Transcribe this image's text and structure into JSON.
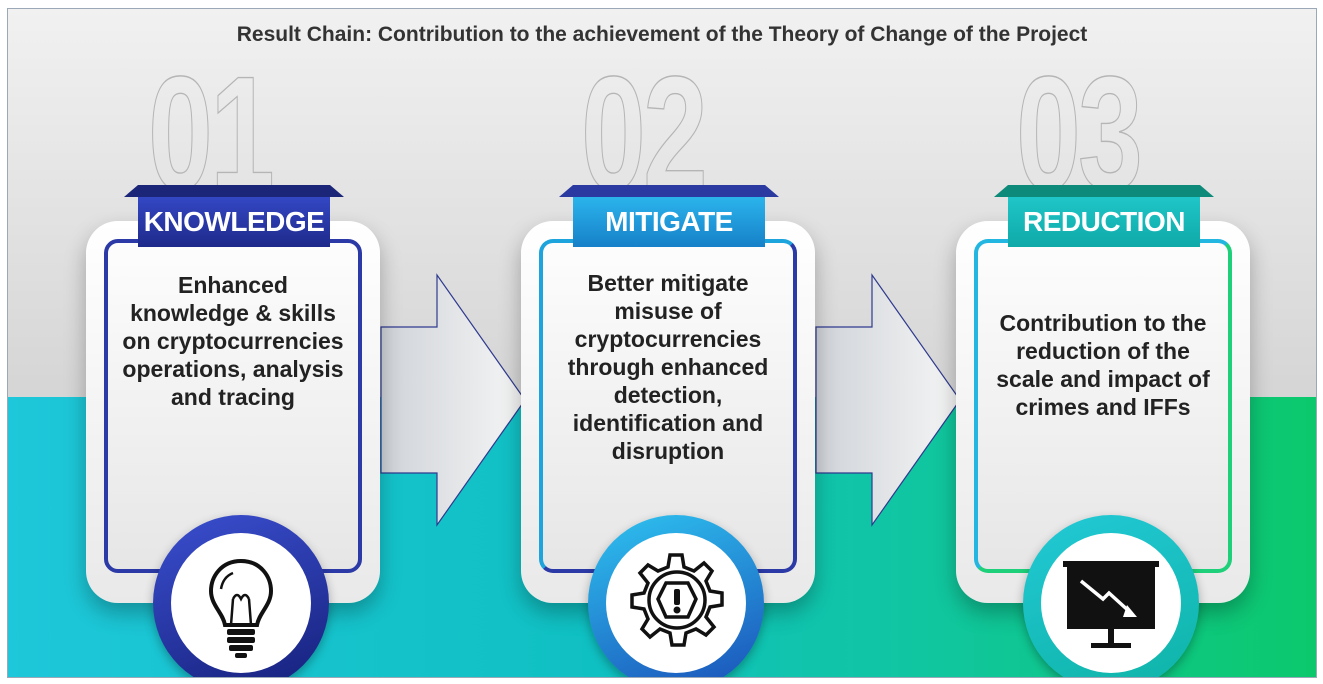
{
  "title": "Result Chain: Contribution to the achievement of the Theory of Change of the Project",
  "steps": [
    {
      "number": "01",
      "label": "KNOWLEDGE",
      "text": "Enhanced knowledge & skills on cryptocurrencies operations, analysis and tracing",
      "icon": "lightbulb-icon",
      "color": "#2b3aa6"
    },
    {
      "number": "02",
      "label": "MITIGATE",
      "text": "Better mitigate misuse of cryptocurrencies through enhanced detection, identification and disruption",
      "icon": "warning-gear-icon",
      "color": "#1ba3e0"
    },
    {
      "number": "03",
      "label": "REDUCTION",
      "text": "Contribution to the reduction of the scale and impact of crimes and IFFs",
      "icon": "declining-chart-screen-icon",
      "color": "#14c3b0"
    }
  ]
}
